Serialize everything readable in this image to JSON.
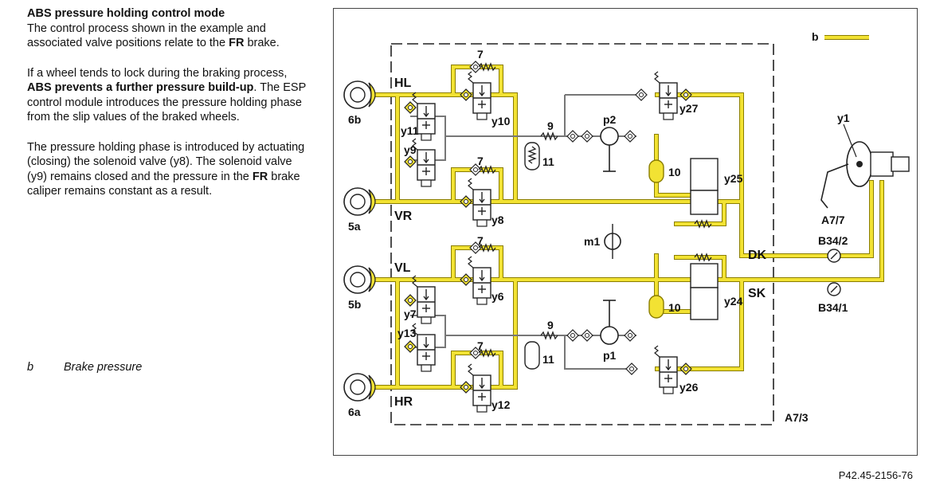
{
  "description": {
    "title": "ABS pressure holding control mode",
    "p1_a": "The control process shown in the example and associated valve positions relate to the ",
    "p1_b": "FR",
    "p1_c": " brake.",
    "p2_a": "If a wheel tends to lock during the braking process, ",
    "p2_b": "ABS prevents a further pressure build-up",
    "p2_c": ". The ESP control module introduces the pressure holding phase from the slip values of the braked wheels.",
    "p3_a": "The pressure holding phase is introduced by actuating (closing) the solenoid valve (y8). The solenoid valve (y9) remains closed and the pressure in the  ",
    "p3_b": "FR",
    "p3_c": " brake caliper remains constant as a result."
  },
  "legend": {
    "key": "b",
    "text": "Brake pressure"
  },
  "diagram": {
    "colors": {
      "pressure": "#f2e233",
      "pressure_edge": "#8a7d00",
      "line": "#222222",
      "valve_fill": "#ffffff"
    },
    "labels": {
      "legend_b": "b",
      "HL": "HL",
      "VR": "VR",
      "VL": "VL",
      "HR": "HR",
      "wheel_6b": "6b",
      "wheel_5a": "5a",
      "wheel_5b": "5b",
      "wheel_6a": "6a",
      "y11": "y11",
      "y9": "y9",
      "y10": "y10",
      "y8": "y8",
      "y7": "y7",
      "y13": "y13",
      "y6": "y6",
      "y12": "y12",
      "check_7": "7",
      "restrictor_9": "9",
      "accumulator_11": "11",
      "damper_10": "10",
      "p1": "p1",
      "p2": "p2",
      "m1": "m1",
      "y27": "y27",
      "y25": "y25",
      "y24": "y24",
      "y26": "y26",
      "y1": "y1",
      "A7_7": "A7/7",
      "A7_3": "A7/3",
      "DK": "DK",
      "SK": "SK",
      "B34_2": "B34/2",
      "B34_1": "B34/1"
    },
    "reference": "P42.45-2156-76"
  }
}
